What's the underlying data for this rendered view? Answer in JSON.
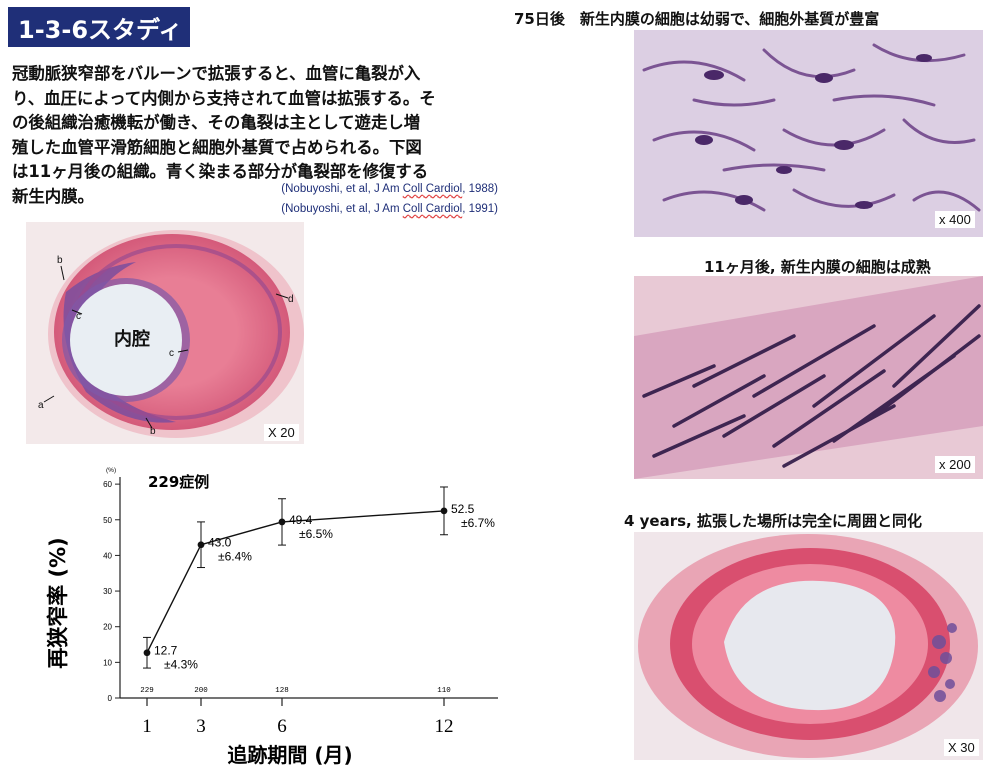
{
  "slide": {
    "title": "1-3-6スタディ",
    "intro_lines": [
      "冠動脈狭窄部をバルーンで拡張すると、血管に亀裂が入",
      "り、血圧によって内側から支持されて血管は拡張する。そ",
      "の後組織治癒機転が働き、その亀裂は主として遊走し増",
      "殖した血管平滑筋細胞と細胞外基質で占められる。下図",
      "は11ヶ月後の組織。青く染まる部分が亀裂部を修復する",
      "新生内膜。"
    ],
    "citations": [
      {
        "before": "(Nobuyoshi, et al, J Am ",
        "underlined": "Coll Cardiol",
        "after": ", 1988)"
      },
      {
        "before": "(Nobuyoshi, et al, J Am ",
        "underlined": "Coll Cardiol",
        "after": ", 1991)"
      }
    ]
  },
  "left_photo": {
    "lumen_label": "内腔",
    "markers": [
      "b",
      "c",
      "c",
      "d",
      "a",
      "b"
    ],
    "magnification": "X 20"
  },
  "right_panels": [
    {
      "caption": "75日後　新生内膜の細胞は幼弱で、細胞外基質が豊富",
      "magnification": "x 400"
    },
    {
      "caption": "11ヶ月後, 新生内膜の細胞は成熟",
      "magnification": "x 200"
    },
    {
      "caption": "4 years, 拡張した場所は完全に周囲と同化",
      "magnification": "X 30"
    }
  ],
  "chart_data": {
    "type": "line",
    "title": "",
    "annotation": "229症例",
    "ylabel": "再狭窄率 (%)",
    "xlabel": "追跡期間 (月)",
    "y_unit_label": "(%)",
    "ylim": [
      0,
      60
    ],
    "yticks": [
      0,
      10,
      20,
      30,
      40,
      50,
      60
    ],
    "xlim": [
      0,
      14
    ],
    "xticks": [
      1,
      3,
      6,
      12
    ],
    "points": [
      {
        "x": 1,
        "y": 12.7,
        "err": 4.3,
        "label": "12.7",
        "err_label": "±4.3%",
        "n": "229"
      },
      {
        "x": 3,
        "y": 43.0,
        "err": 6.4,
        "label": "43.0",
        "err_label": "±6.4%",
        "n": "200"
      },
      {
        "x": 6,
        "y": 49.4,
        "err": 6.5,
        "label": "49.4",
        "err_label": "±6.5%",
        "n": "128"
      },
      {
        "x": 12,
        "y": 52.5,
        "err": 6.7,
        "label": "52.5",
        "err_label": "±6.7%",
        "n": "110"
      }
    ],
    "colors": {
      "line": "#111111"
    }
  }
}
